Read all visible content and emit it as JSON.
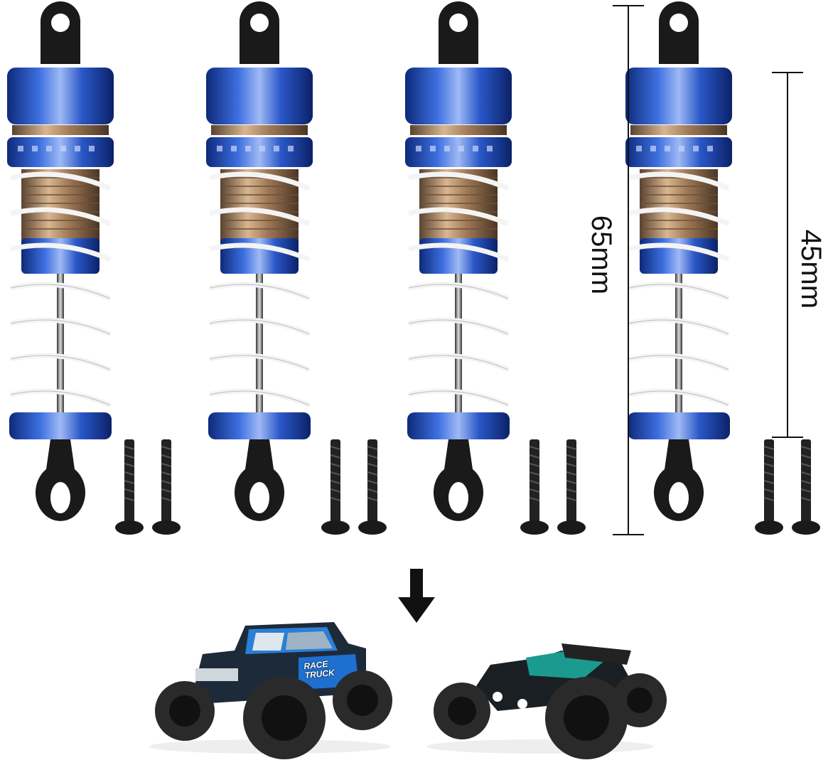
{
  "product": {
    "shock_count": 4,
    "screw_count": 8
  },
  "dimensions": {
    "overall_length": "65mm",
    "spring_length": "45mm"
  },
  "trucks": {
    "monster_truck_decal": "RACE TRUCK"
  },
  "colors": {
    "anodized_blue": "#1f4fb8",
    "bronze_body": "#b08a66",
    "spring_white": "#f4f4f4",
    "plastic_black": "#1a1a1a"
  },
  "icons": {
    "arrow": "arrow-down-icon"
  }
}
